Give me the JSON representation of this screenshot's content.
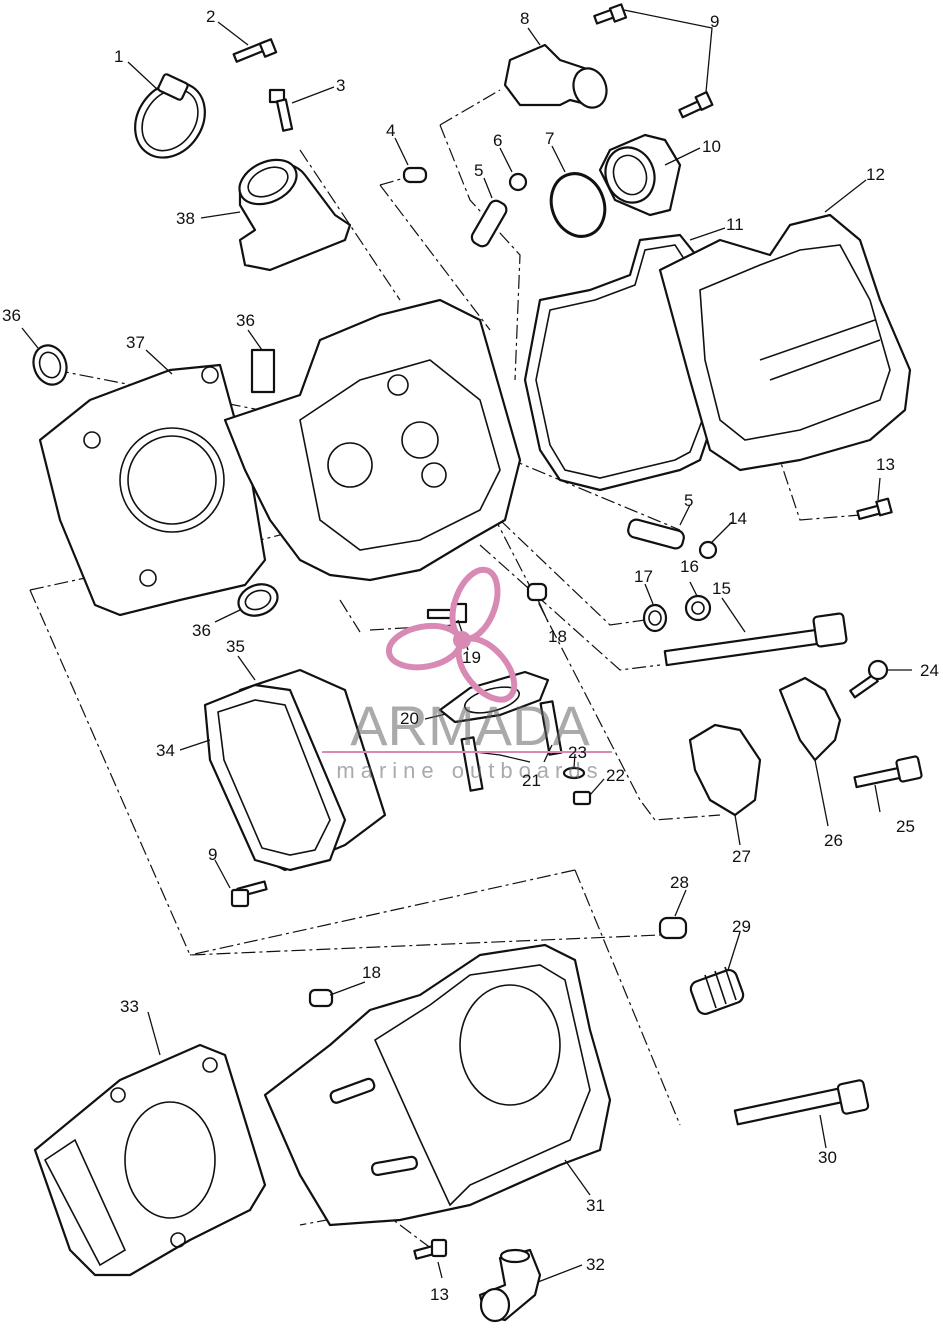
{
  "watermark": {
    "brand": "ARMADA",
    "tagline": "marine outboards",
    "accent_color": "#d98ab4",
    "icon": "propeller-icon"
  },
  "callouts": [
    {
      "id": "1",
      "label": "1"
    },
    {
      "id": "2",
      "label": "2"
    },
    {
      "id": "3",
      "label": "3"
    },
    {
      "id": "4",
      "label": "4"
    },
    {
      "id": "5a",
      "label": "5"
    },
    {
      "id": "5b",
      "label": "5"
    },
    {
      "id": "6",
      "label": "6"
    },
    {
      "id": "7",
      "label": "7"
    },
    {
      "id": "8",
      "label": "8"
    },
    {
      "id": "9a",
      "label": "9"
    },
    {
      "id": "9b",
      "label": "9"
    },
    {
      "id": "10",
      "label": "10"
    },
    {
      "id": "11",
      "label": "11"
    },
    {
      "id": "12",
      "label": "12"
    },
    {
      "id": "13a",
      "label": "13"
    },
    {
      "id": "13b",
      "label": "13"
    },
    {
      "id": "14",
      "label": "14"
    },
    {
      "id": "15",
      "label": "15"
    },
    {
      "id": "16",
      "label": "16"
    },
    {
      "id": "17",
      "label": "17"
    },
    {
      "id": "18a",
      "label": "18"
    },
    {
      "id": "18b",
      "label": "18"
    },
    {
      "id": "19",
      "label": "19"
    },
    {
      "id": "20",
      "label": "20"
    },
    {
      "id": "21",
      "label": "21"
    },
    {
      "id": "22",
      "label": "22"
    },
    {
      "id": "23",
      "label": "23"
    },
    {
      "id": "24",
      "label": "24"
    },
    {
      "id": "25",
      "label": "25"
    },
    {
      "id": "26",
      "label": "26"
    },
    {
      "id": "27",
      "label": "27"
    },
    {
      "id": "28",
      "label": "28"
    },
    {
      "id": "29",
      "label": "29"
    },
    {
      "id": "30",
      "label": "30"
    },
    {
      "id": "31",
      "label": "31"
    },
    {
      "id": "32",
      "label": "32"
    },
    {
      "id": "33",
      "label": "33"
    },
    {
      "id": "34",
      "label": "34"
    },
    {
      "id": "35",
      "label": "35"
    },
    {
      "id": "36a",
      "label": "36"
    },
    {
      "id": "36b",
      "label": "36"
    },
    {
      "id": "36c",
      "label": "36"
    },
    {
      "id": "37",
      "label": "37"
    },
    {
      "id": "38",
      "label": "38"
    }
  ]
}
